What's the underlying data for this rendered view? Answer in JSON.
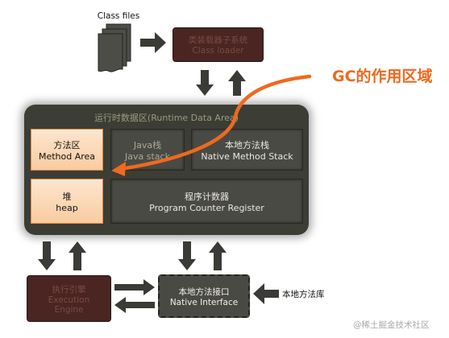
{
  "diagram": {
    "class_files_label": "Class files",
    "class_loader": {
      "title": "类装载器子系统",
      "subtitle": "Class loader"
    },
    "gc_label": "GC的作用区域",
    "runtime_title": "运行时数据区(Runtime Data Area)",
    "method_area": {
      "title": "方法区",
      "subtitle": "Method Area"
    },
    "java_stack": {
      "title": "Java栈",
      "subtitle": "Java stack"
    },
    "native_method_stack": {
      "title": "本地方法栈",
      "subtitle": "Native Method Stack"
    },
    "heap": {
      "title": "堆",
      "subtitle": "heap"
    },
    "program_counter": {
      "title": "程序计数器",
      "subtitle": "Program Counter Register"
    },
    "execution_engine": {
      "title": "执行引擎",
      "line2": "Execution",
      "line3": "Engine"
    },
    "native_interface": {
      "title": "本地方法接口",
      "subtitle": "Native Interface"
    },
    "native_library_label": "本地方法库",
    "watermark": "@稀土掘金技术社区"
  },
  "colors": {
    "gc_accent": "#ee6a1e",
    "runtime_bg": "#3c3d35",
    "highlight_box": "#f9cba0",
    "loader_box": "#4a2522"
  }
}
